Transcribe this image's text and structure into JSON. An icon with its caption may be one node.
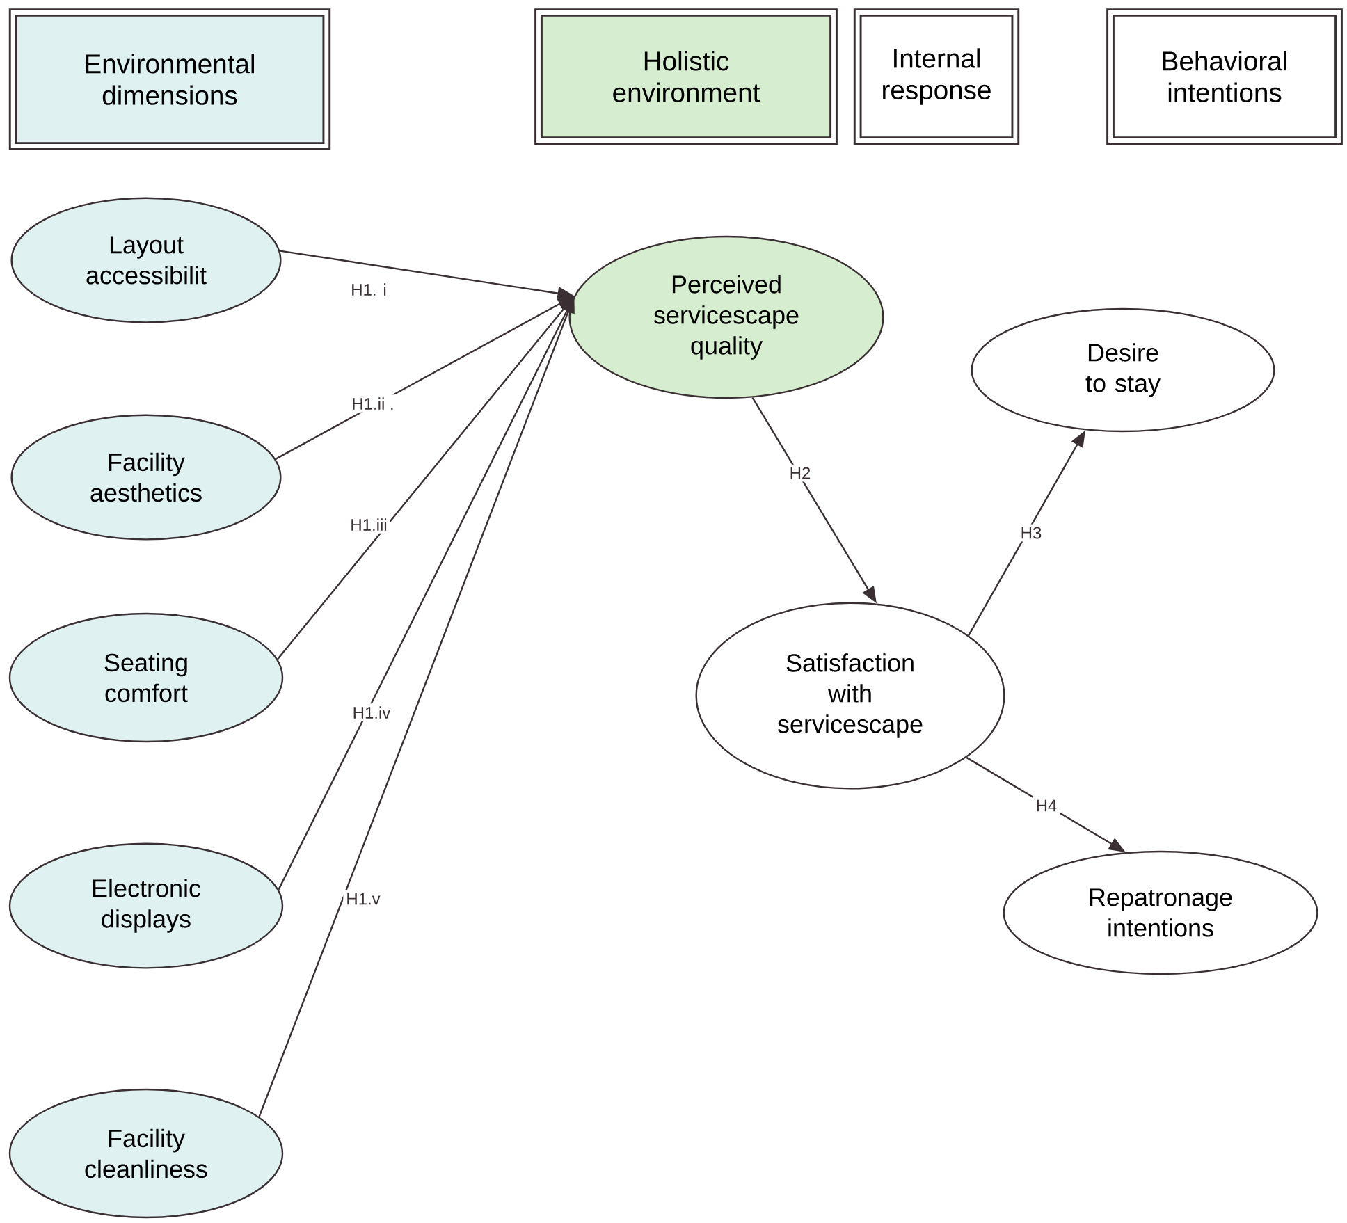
{
  "diagram": {
    "nodes": [
      {
        "text": [
          "Environmental dimensions"
        ]
      },
      {
        "text": [
          "Holistic environment"
        ]
      },
      {
        "text": [
          "Internal response"
        ]
      },
      {
        "text": [
          "Behavioral intentions"
        ]
      },
      {
        "text": [
          "Layout accessibilit"
        ]
      },
      {
        "text": [
          "Facility aesthetics"
        ]
      },
      {
        "text": [
          "Seating comfort"
        ]
      },
      {
        "text": [
          "Electronic displays"
        ]
      },
      {
        "text": [
          "Facility cleanliness"
        ]
      },
      {
        "text": [
          "Perceived servicescape quality"
        ]
      },
      {
        "text": [
          "Satisfaction with servicescape"
        ]
      },
      {
        "text": [
          "Desire to stay"
        ]
      },
      {
        "text": [
          "Repatronage intentions"
        ]
      }
    ],
    "edges": [
      {
        "from": 4,
        "to": 9,
        "arrow": "to",
        "label": "H1. i"
      },
      {
        "from": 5,
        "to": 9,
        "arrow": "to",
        "label": "H1.ii ."
      },
      {
        "from": 6,
        "to": 9,
        "arrow": "to",
        "label": "H1.iii"
      },
      {
        "from": 7,
        "to": 9,
        "arrow": "to",
        "label": "H1.iv"
      },
      {
        "from": 8,
        "to": 9,
        "arrow": "to",
        "label": "H1.v"
      },
      {
        "from": 9,
        "to": 10,
        "arrow": "to",
        "label": "H2"
      },
      {
        "from": 10,
        "to": 11,
        "arrow": "to",
        "label": "H3"
      },
      {
        "from": 10,
        "to": 12,
        "arrow": "to",
        "label": "H4"
      }
    ]
  }
}
